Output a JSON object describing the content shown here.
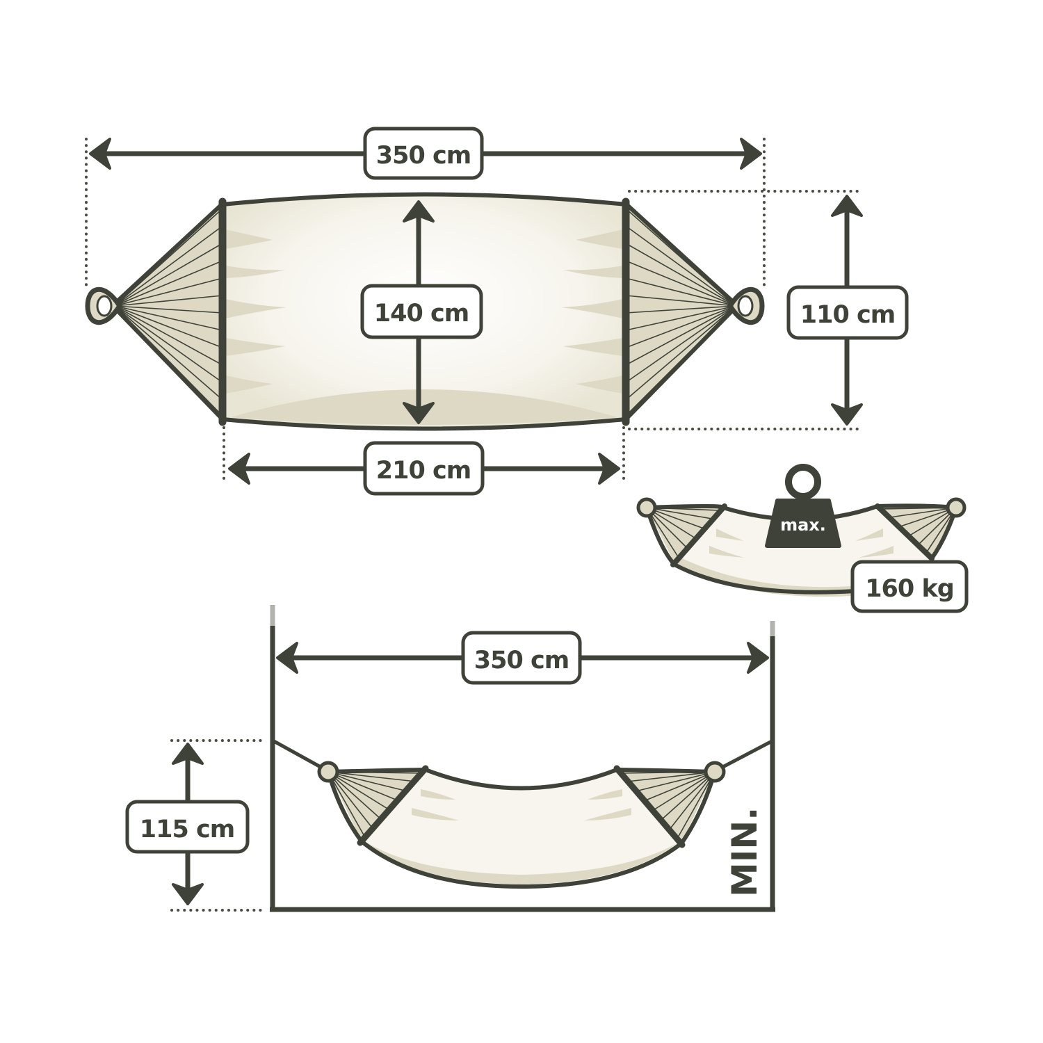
{
  "colors": {
    "line": "#3f4238",
    "fabric": "#f7f5ee",
    "shade": "#ddd9c5",
    "dot": "#4a4c42",
    "fade": "#c8c8c2"
  },
  "top_view": {
    "overall_length": "350 cm",
    "bed_width": "140 cm",
    "bed_length": "210 cm",
    "height": "110 cm"
  },
  "load": {
    "weight_tag": "max.",
    "max_load": "160 kg"
  },
  "side_view": {
    "span": "350 cm",
    "hang_height": "115 cm",
    "min_label": "MIN."
  }
}
